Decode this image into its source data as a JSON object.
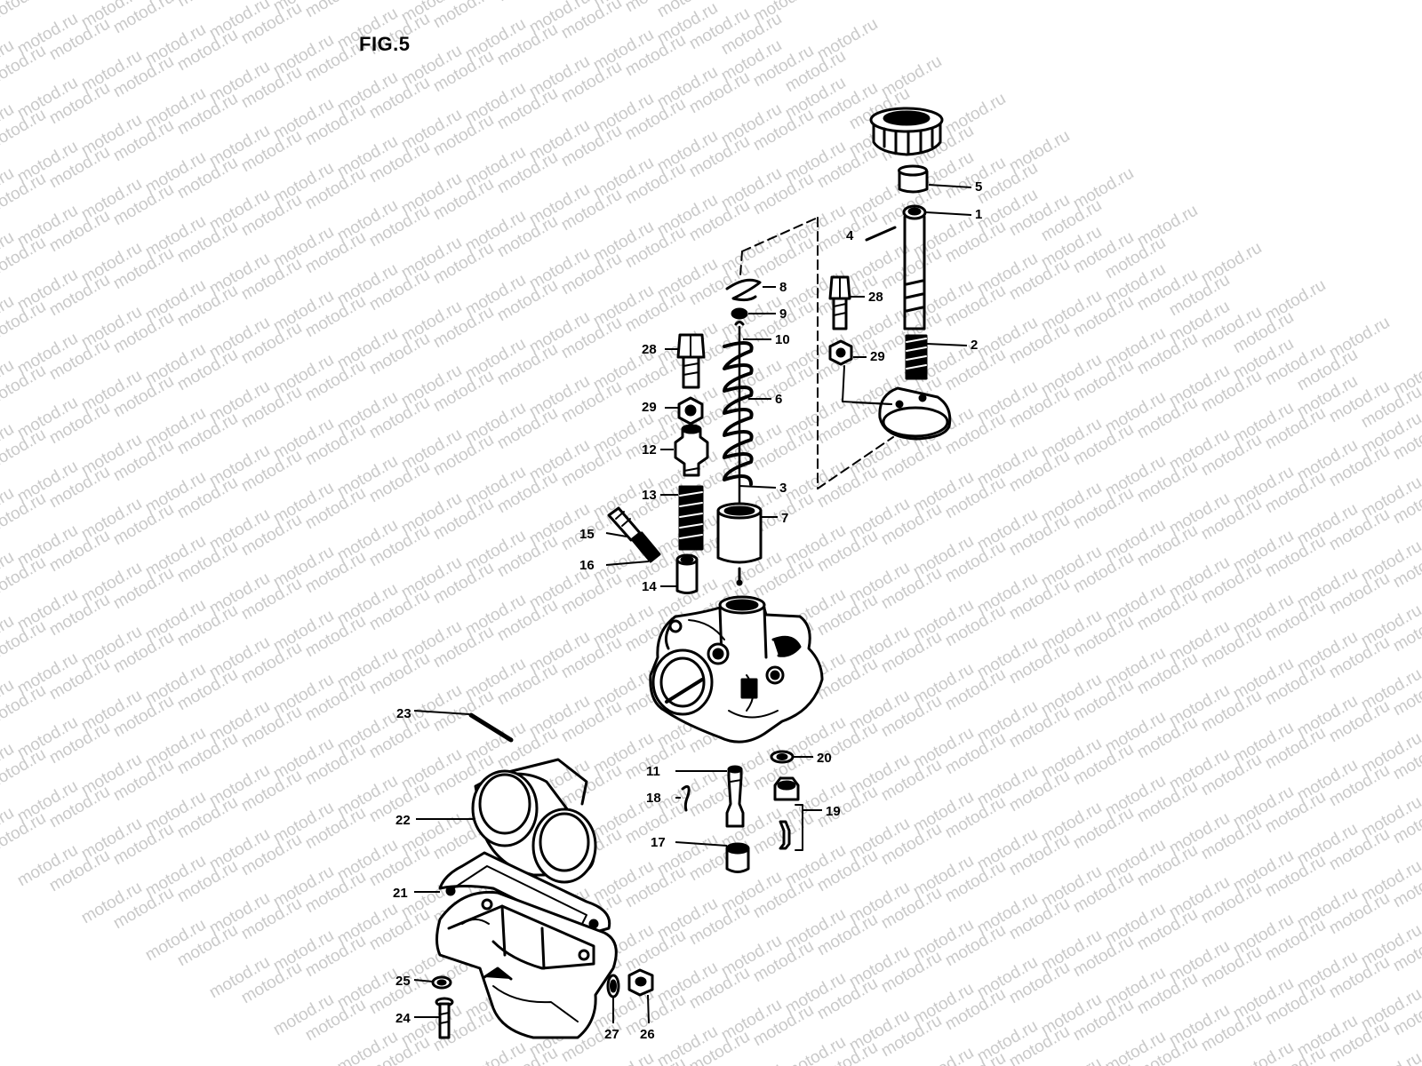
{
  "figure": {
    "title": "FIG.5"
  },
  "watermark": {
    "text": "motod.ru",
    "color": "#c9c9c9"
  },
  "callouts": [
    {
      "id": "c1",
      "label": "1"
    },
    {
      "id": "c2",
      "label": "2"
    },
    {
      "id": "c3",
      "label": "3"
    },
    {
      "id": "c4",
      "label": "4"
    },
    {
      "id": "c5",
      "label": "5"
    },
    {
      "id": "c6",
      "label": "6"
    },
    {
      "id": "c7",
      "label": "7"
    },
    {
      "id": "c8",
      "label": "8"
    },
    {
      "id": "c9",
      "label": "9"
    },
    {
      "id": "c10",
      "label": "10"
    },
    {
      "id": "c11",
      "label": "11"
    },
    {
      "id": "c12",
      "label": "12"
    },
    {
      "id": "c13",
      "label": "13"
    },
    {
      "id": "c14",
      "label": "14"
    },
    {
      "id": "c15",
      "label": "15"
    },
    {
      "id": "c16",
      "label": "16"
    },
    {
      "id": "c17",
      "label": "17"
    },
    {
      "id": "c18",
      "label": "18"
    },
    {
      "id": "c19",
      "label": "19"
    },
    {
      "id": "c20",
      "label": "20"
    },
    {
      "id": "c21",
      "label": "21"
    },
    {
      "id": "c22",
      "label": "22"
    },
    {
      "id": "c23",
      "label": "23"
    },
    {
      "id": "c24",
      "label": "24"
    },
    {
      "id": "c25",
      "label": "25"
    },
    {
      "id": "c26",
      "label": "26"
    },
    {
      "id": "c27",
      "label": "27"
    },
    {
      "id": "c28a",
      "label": "28"
    },
    {
      "id": "c28b",
      "label": "28"
    },
    {
      "id": "c29a",
      "label": "29"
    },
    {
      "id": "c29b",
      "label": "29"
    }
  ]
}
